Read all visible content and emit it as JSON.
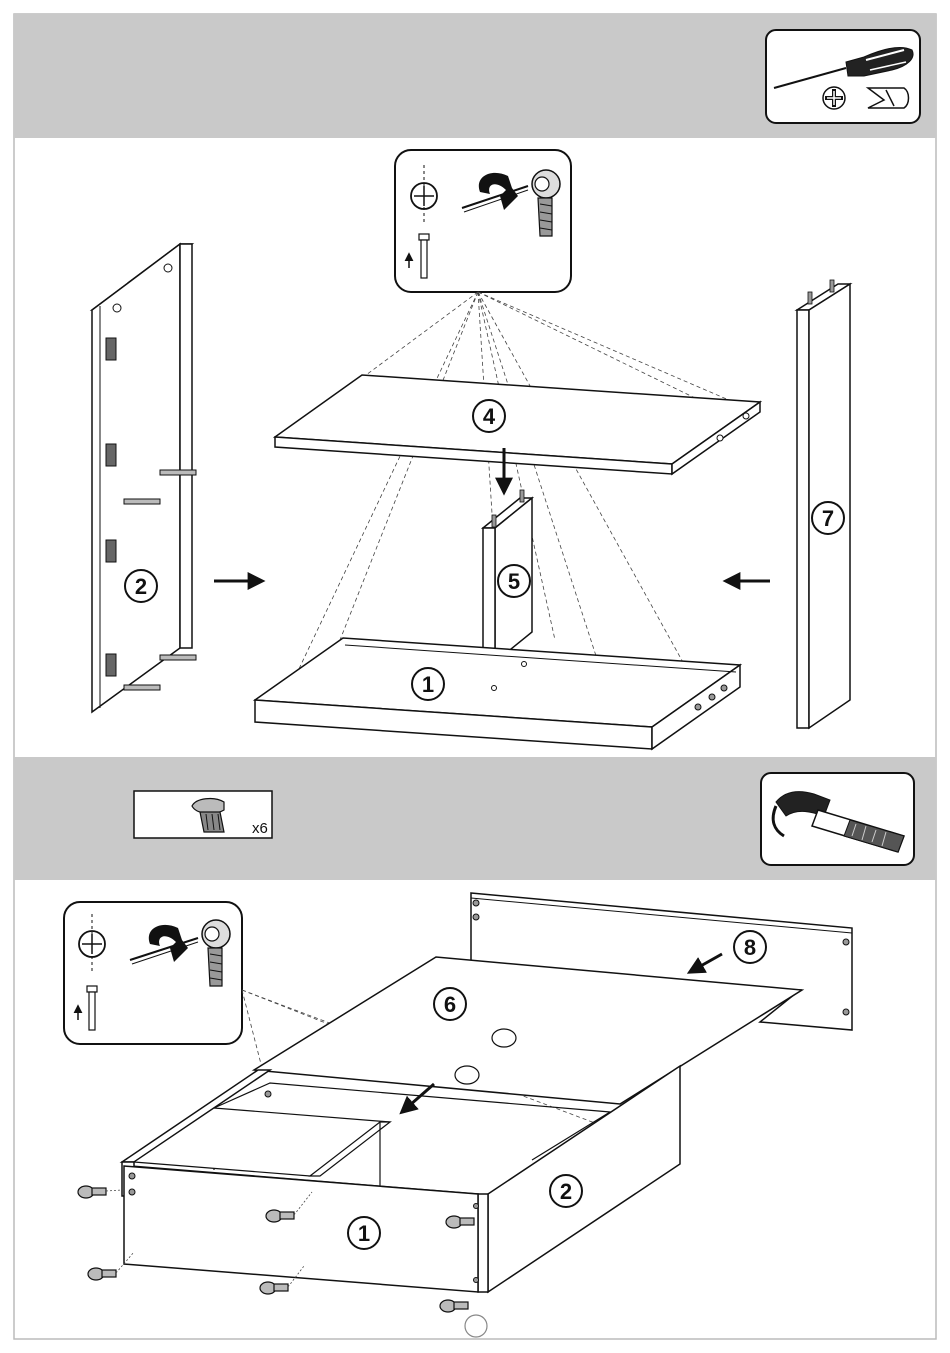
{
  "step_one": {
    "tools": [
      "screwdriver-icon",
      "phillips-tip-icon",
      "flat-tip-icon"
    ],
    "cam_lock_detail": [
      "cam-lock-icon",
      "cam-dowel-icon",
      "turn-arrow-icon"
    ],
    "parts": [
      {
        "id": "part-1",
        "label": "1"
      },
      {
        "id": "part-2",
        "label": "2"
      },
      {
        "id": "part-4",
        "label": "4"
      },
      {
        "id": "part-5",
        "label": "5"
      },
      {
        "id": "part-7",
        "label": "7"
      }
    ]
  },
  "step_two": {
    "hardware": {
      "icon": "cam-lock-nut-icon",
      "quantity": "x6"
    },
    "tools": [
      "hammer-icon"
    ],
    "cam_lock_detail": [
      "cam-lock-icon",
      "cam-dowel-icon",
      "turn-arrow-icon"
    ],
    "parts": [
      {
        "id": "part-6",
        "label": "6"
      },
      {
        "id": "part-8",
        "label": "8"
      },
      {
        "id": "part-1b",
        "label": "1"
      },
      {
        "id": "part-2b",
        "label": "2"
      }
    ]
  },
  "colors": {
    "band": "#c9c9c9",
    "line": "#1a1a1a",
    "frame": "#bbbbbb"
  }
}
